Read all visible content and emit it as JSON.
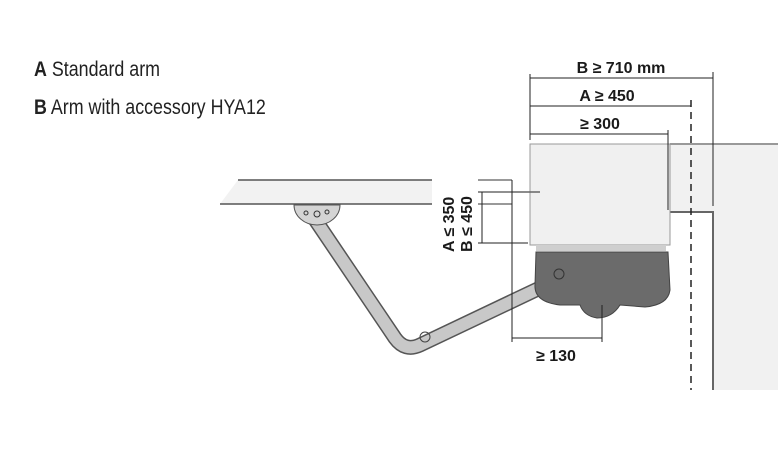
{
  "legend": [
    {
      "letter": "A",
      "text": "Standard arm"
    },
    {
      "letter": "B",
      "text": "Arm with accessory HYA12"
    }
  ],
  "dimensions": {
    "b_width": "B ≥ 710 mm",
    "a_width": "A ≥ 450",
    "min_width": "≥ 300",
    "a_height": "A ≤ 350",
    "b_height": "B ≤ 450",
    "offset": "≥ 130"
  }
}
